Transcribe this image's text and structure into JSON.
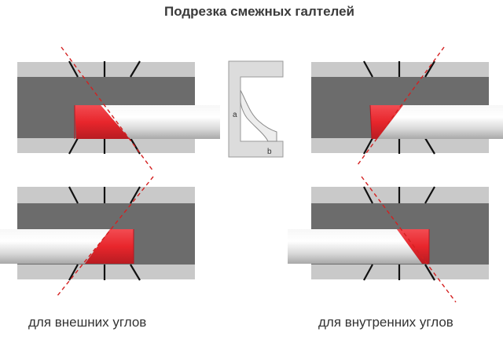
{
  "title": "Подрезка смежных галтелей",
  "captions": {
    "outer": "для внешних углов",
    "inner": "для внутренних углов"
  },
  "profile_labels": {
    "a": "a",
    "b": "b"
  },
  "colors": {
    "box_outer": "#c9c9c9",
    "box_inner": "#6c6c6c",
    "cut_line": "#d42020",
    "cut_face": "#e8262c",
    "molding": "#ececec"
  }
}
